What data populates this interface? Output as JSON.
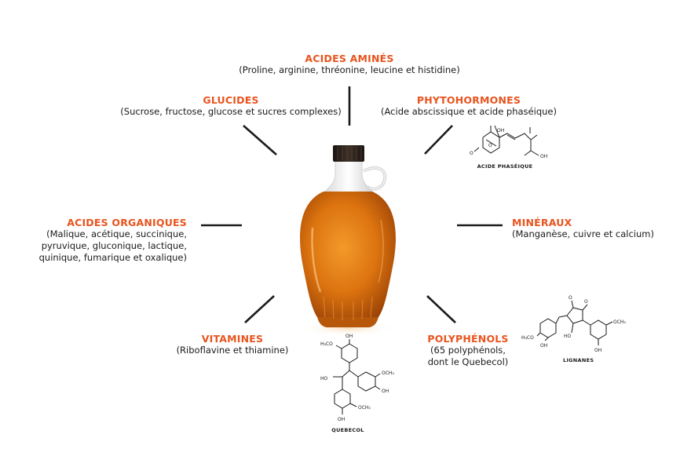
{
  "categories": {
    "acides_amines": {
      "title": "ACIDES AMINÉS",
      "desc": "(Proline, arginine, thréonine, leucine et histidine)"
    },
    "glucides": {
      "title": "GLUCIDES",
      "desc": "(Sucrose, fructose, glucose et sucres complexes)"
    },
    "phytohormones": {
      "title": "PHYTOHORMONES",
      "desc": "(Acide abscissique et acide phaséique)"
    },
    "acides_organiques": {
      "title": "ACIDES ORGANIQUES",
      "lines": [
        "(Malique, acétique, succinique,",
        "pyruvique, gluconique, lactique,",
        "quinique, fumarique et oxalique)"
      ]
    },
    "mineraux": {
      "title": "MINÉRAUX",
      "desc": "(Manganèse, cuivre et calcium)"
    },
    "vitamines": {
      "title": "VITAMINES",
      "desc": "(Riboflavine et thiamine)"
    },
    "polyphenols": {
      "title": "POLYPHÉNOLS",
      "lines": [
        "(65 polyphénols,",
        "dont le Quebecol)"
      ]
    }
  },
  "molecules": {
    "acide_phaseique": {
      "caption": "ACIDE PHASÉIQUE",
      "atoms": [
        "OH",
        "O",
        "O",
        "OH"
      ]
    },
    "lignanes": {
      "caption": "LIGNANES",
      "atoms": [
        "O",
        "O",
        "H₃CO",
        "HO",
        "OH",
        "OCH₃",
        "OH"
      ]
    },
    "quebecol": {
      "caption": "QUEBECOL",
      "atoms": [
        "H₃CO",
        "OH",
        "HO",
        "OCH₃",
        "OH",
        "OCH₃",
        "OH"
      ]
    }
  },
  "colors": {
    "accent": "#e8541e",
    "text": "#1a1a1a",
    "syrup": "#d86f0c",
    "cap": "#2b211b"
  }
}
